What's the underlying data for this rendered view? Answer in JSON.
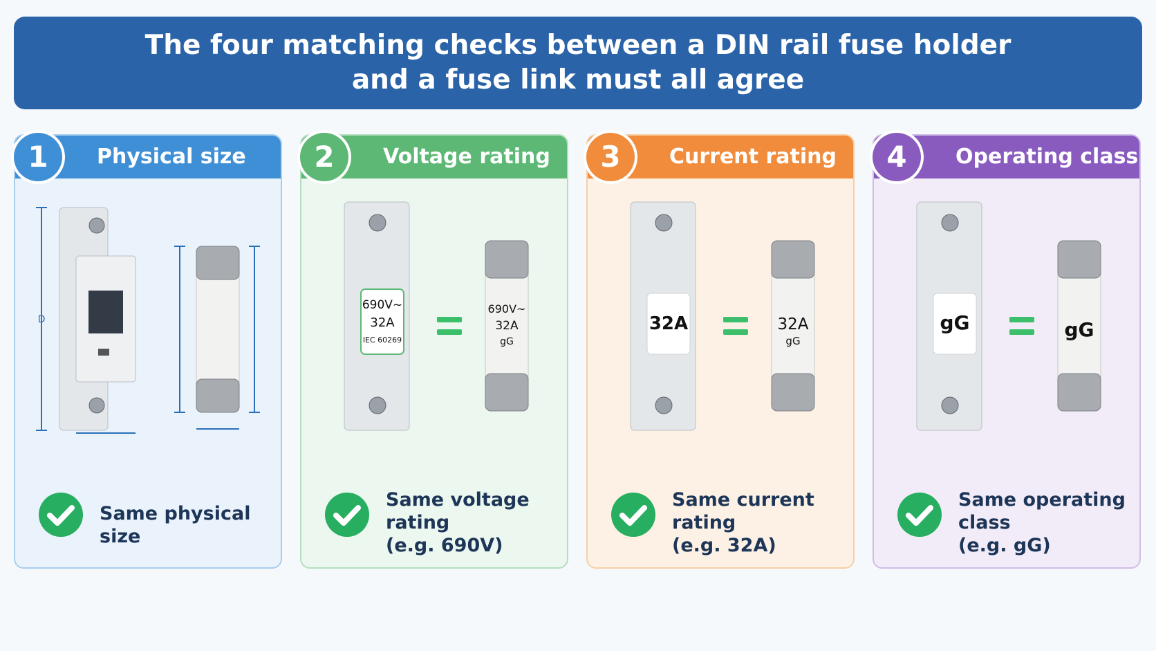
{
  "header": {
    "title_line1": "The four matching checks between a DIN rail fuse holder",
    "title_line2": "and a fuse link must all agree"
  },
  "colors": {
    "blue": "#3f8fd6",
    "green": "#5cb874",
    "orange": "#f08c3c",
    "purple": "#8a5bbf",
    "check_green": "#27ae60"
  },
  "cards": [
    {
      "number": "1",
      "title": "Physical size",
      "result_line1": "Same physical size",
      "result_line2": "",
      "dimension_label": "D"
    },
    {
      "number": "2",
      "title": "Voltage rating",
      "holder_label": [
        "690V~",
        "32A",
        "IEC 60269"
      ],
      "fuse_label": [
        "690V~",
        "32A",
        "gG"
      ],
      "result_line1": "Same voltage rating",
      "result_line2": "(e.g. 690V)"
    },
    {
      "number": "3",
      "title": "Current rating",
      "holder_label": [
        "32A"
      ],
      "fuse_label": [
        "32A",
        "gG"
      ],
      "result_line1": "Same current rating",
      "result_line2": "(e.g. 32A)"
    },
    {
      "number": "4",
      "title": "Operating class",
      "holder_label": [
        "gG"
      ],
      "fuse_label": [
        "gG"
      ],
      "result_line1": "Same operating class",
      "result_line2": "(e.g. gG)"
    }
  ]
}
